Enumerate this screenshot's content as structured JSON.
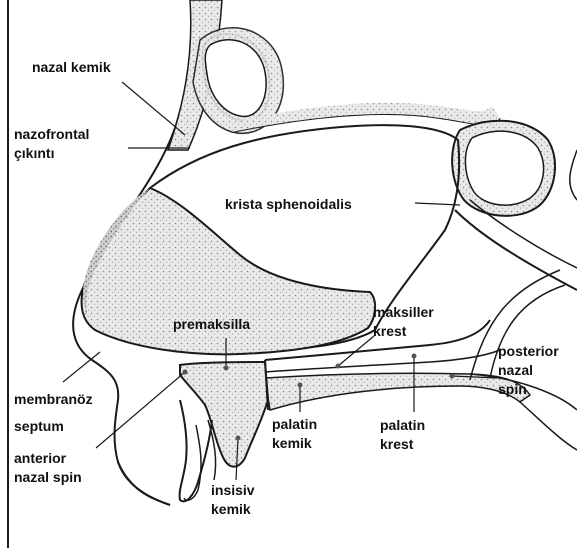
{
  "labels": {
    "nazal_kemik": "nazal kemik",
    "nazofrontal_1": "nazofrontal",
    "nazofrontal_2": "çıkıntı",
    "krista_sphenoidalis": "krista sphenoidalis",
    "premaksilla": "premaksilla",
    "maksiller_1": "maksiller",
    "maksiller_2": "krest",
    "posterior_1": "posterior",
    "posterior_2": "nazal",
    "posterior_3": "spin",
    "membranoz_1": "membranöz",
    "membranoz_2": "septum",
    "anterior_1": "anterior",
    "anterior_2": "nazal spin",
    "palatin_kemik_1": "palatin",
    "palatin_kemik_2": "kemik",
    "palatin_krest_1": "palatin",
    "palatin_krest_2": "krest",
    "insisiv_1": "insisiv",
    "insisiv_2": "kemik"
  },
  "colors": {
    "ink": "#1a1a1a",
    "stipple": "#c9c9c9",
    "stipple_dark": "#9a9a9a",
    "paper": "#ffffff"
  }
}
